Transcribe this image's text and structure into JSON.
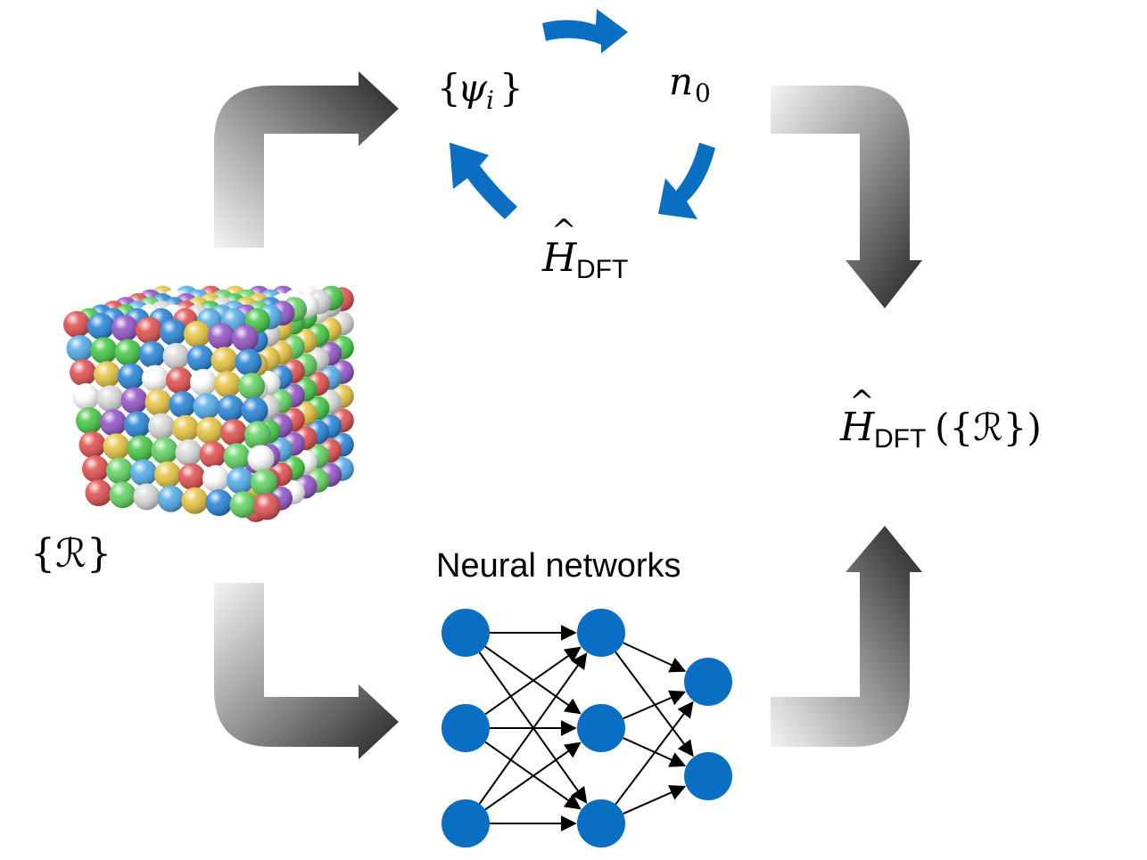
{
  "labels": {
    "psi_set_open": "{",
    "psi_symbol": "ψ",
    "psi_subscript": "i",
    "psi_set_close": "}",
    "density_symbol": "n",
    "density_subscript": "0",
    "hamiltonian_symbol": "H",
    "hamiltonian_hat": "^",
    "hamiltonian_subscript": "DFT",
    "result_symbol": "H",
    "result_hat": "^",
    "result_subscript": "DFT",
    "result_argument": "({ℛ})",
    "structure_label": "{ℛ}",
    "nn_title": "Neural networks"
  },
  "colors": {
    "cycle_arrow": "#0a6fc2",
    "neuron": "#0a6fc2",
    "edge": "#000000",
    "flow_arrow_dark": "#2a2a2a",
    "flow_arrow_light": "#f2f2f2"
  },
  "neural_network": {
    "layer_sizes": [
      3,
      3,
      2
    ]
  },
  "atom_colors": [
    "#1f7fd6",
    "#3cc63c",
    "#8e4cc4",
    "#e6c23a",
    "#e04848",
    "#d9d9d9",
    "#ffffff",
    "#4aa8e8",
    "#5bd15b"
  ]
}
